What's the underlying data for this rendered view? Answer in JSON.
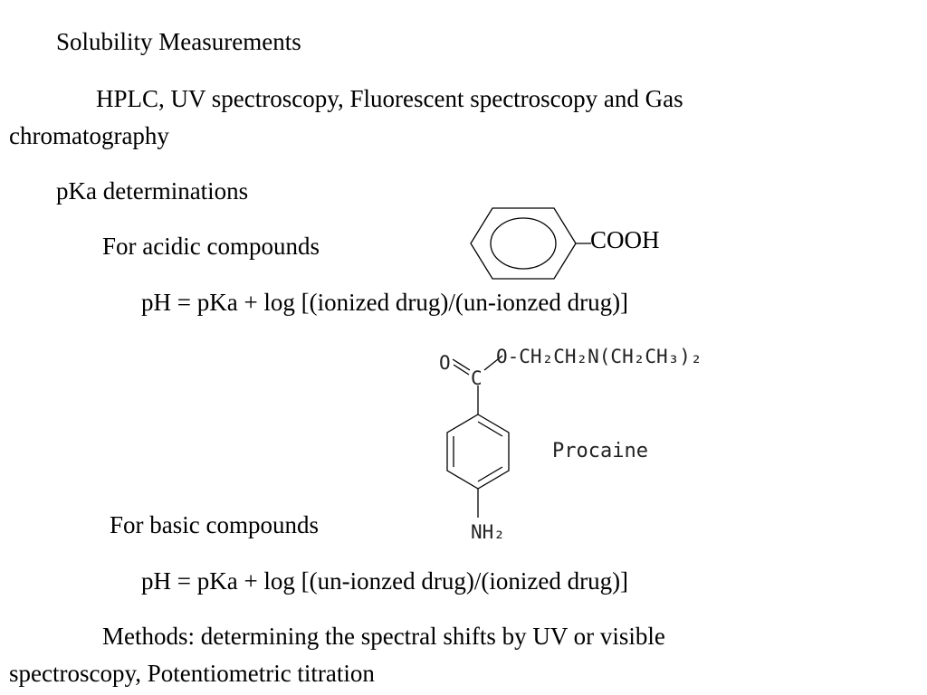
{
  "slide": {
    "heading_solubility": "Solubility Measurements",
    "solubility_methods_line1": "HPLC,  UV spectroscopy,  Fluorescent spectroscopy and Gas",
    "solubility_methods_line2": "chromatography",
    "heading_pka": "pKa determinations",
    "acidic_label": "For acidic compounds",
    "acidic_equation": "pH =  pKa    + log [(ionized drug)/(un-ionzed drug)]",
    "basic_label": "For basic compounds",
    "basic_equation": "pH = pKa   + log [(un-ionzed drug)/(ionized drug)]",
    "methods_line1": "Methods: determining the spectral shifts by UV or visible",
    "methods_line2": "spectroscopy,        Potentiometric titration"
  },
  "benzoic_acid": {
    "group_label": "COOH"
  },
  "procaine": {
    "name": "Procaine",
    "ester_chain": "O-CH₂CH₂N(CH₂CH₃)₂",
    "carbonyl_o": "O",
    "carbonyl_c": "C",
    "amine": "NH₂"
  }
}
